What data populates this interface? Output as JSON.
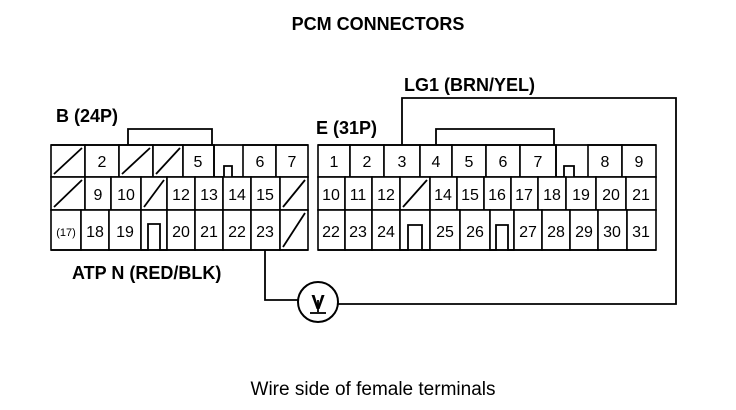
{
  "title": "PCM CONNECTORS",
  "caption": "Wire side of female terminals",
  "connector_b": {
    "label": "B (24P)",
    "rows": [
      [
        "",
        "2",
        "",
        "",
        "5",
        "",
        "6",
        "7"
      ],
      [
        "",
        "9",
        "10",
        "",
        "12",
        "13",
        "14",
        "15",
        ""
      ],
      [
        "(17)",
        "18",
        "19",
        "20",
        "21",
        "22",
        "23",
        ""
      ]
    ]
  },
  "connector_e": {
    "label": "E (31P)",
    "rows": [
      [
        "1",
        "2",
        "3",
        "4",
        "5",
        "6",
        "7",
        "8",
        "9"
      ],
      [
        "10",
        "11",
        "12",
        "",
        "14",
        "15",
        "16",
        "17",
        "18",
        "19",
        "20",
        "21"
      ],
      [
        "22",
        "23",
        "24",
        "25",
        "26",
        "27",
        "28",
        "29",
        "30",
        "31"
      ]
    ]
  },
  "wire_e": {
    "label": "LG1 (BRN/YEL)"
  },
  "wire_b": {
    "label": "ATP N (RED/BLK)"
  },
  "meter": {
    "symbol": "V"
  }
}
